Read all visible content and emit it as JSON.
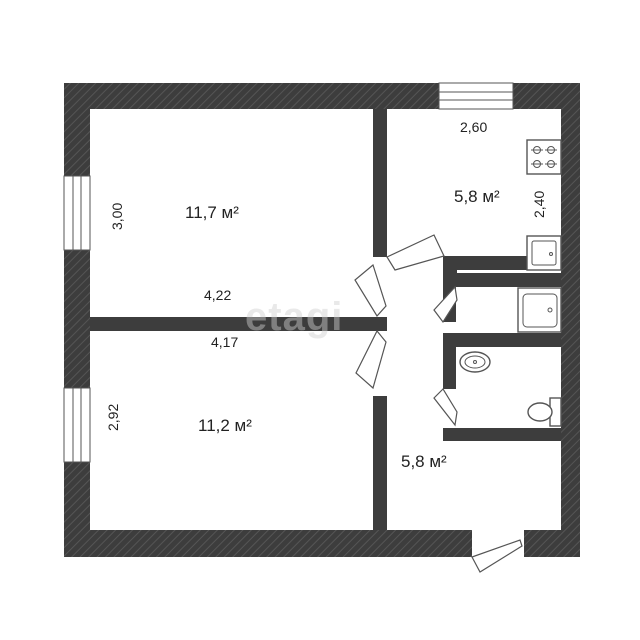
{
  "watermark": "etagi",
  "rooms": [
    {
      "id": "room-top-left",
      "area": "11,7 м²"
    },
    {
      "id": "room-bottom-left",
      "area": "11,2 м²"
    },
    {
      "id": "kitchen",
      "area": "5,8 м²"
    },
    {
      "id": "hallway",
      "area": "5,8 м²"
    }
  ],
  "dimensions": {
    "top_left_height": "3,00",
    "top_left_width": "4,22",
    "bottom_left_width": "4,17",
    "bottom_left_height": "2,92",
    "kitchen_width": "2,60",
    "kitchen_depth": "2,40"
  },
  "fixtures": [
    "stove-icon",
    "kitchen-sink-icon",
    "washbasin-icon",
    "bathroom-sink-icon",
    "toilet-icon"
  ],
  "colors": {
    "wall": "#3d3d3d",
    "background": "#ffffff"
  }
}
